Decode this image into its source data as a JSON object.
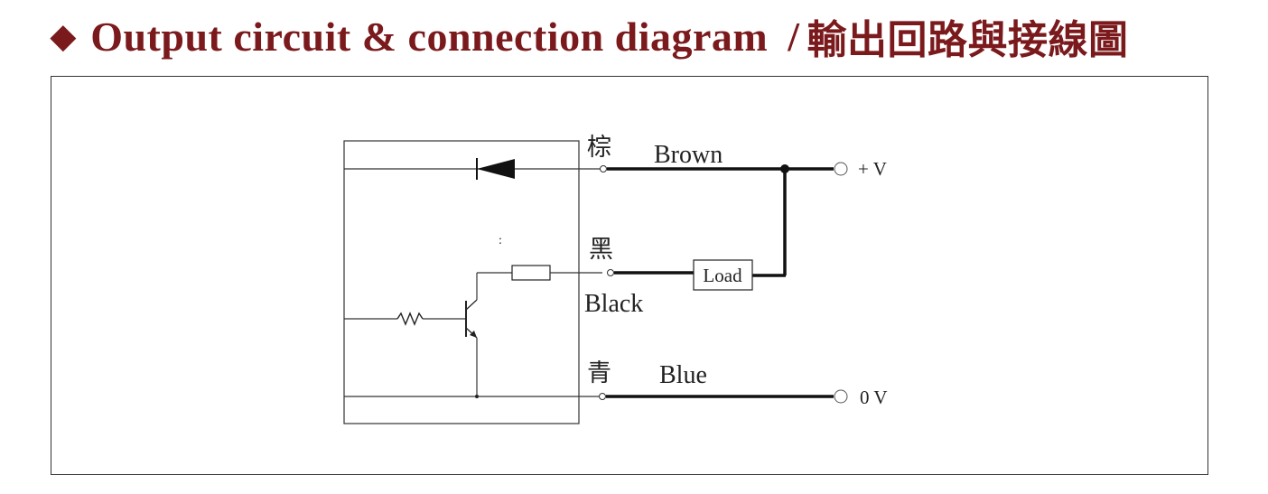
{
  "header": {
    "title_en": "Output circuit & connection diagram",
    "title_sep": "/",
    "title_cn": "輸出回路與接線圖"
  },
  "colors": {
    "title": "#7b1a1c",
    "line": "#222222"
  },
  "diagram": {
    "wires": {
      "brown": {
        "cn": "棕",
        "en": "Brown",
        "terminal": "+ V"
      },
      "black": {
        "cn": "黑",
        "en": "Black"
      },
      "blue": {
        "cn": "青",
        "en": "Blue",
        "terminal": "0 V"
      }
    },
    "load_label": "Load",
    "stray_mark": ":"
  }
}
